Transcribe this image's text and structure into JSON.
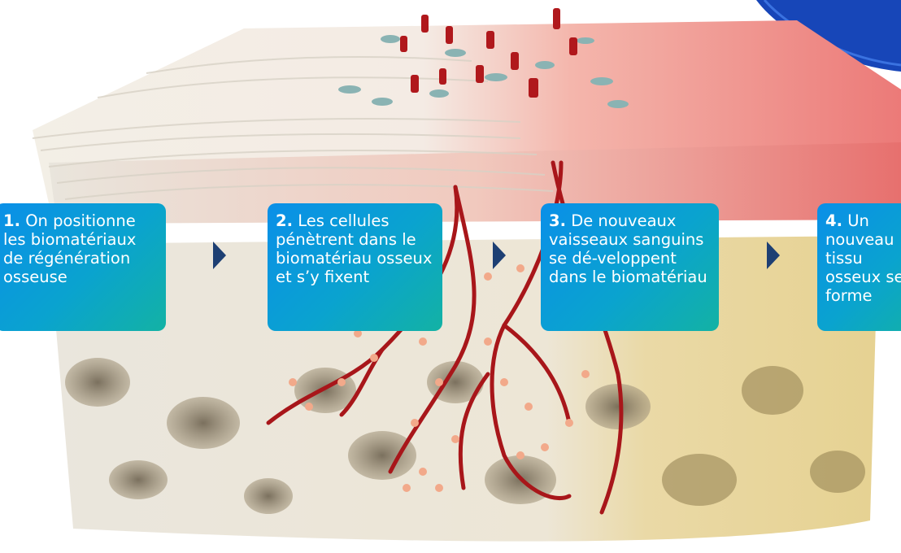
{
  "steps": [
    {
      "number": "1.",
      "text": "On positionne les biomatériaux de régénération osseuse"
    },
    {
      "number": "2.",
      "text": "Les cellules pénètrent dans le biomatériau osseux et s’y fixent"
    },
    {
      "number": "3.",
      "text": "De nouveaux vaisseaux sanguins se dé-veloppent dans le biomatériau"
    },
    {
      "number": "4.",
      "text": "Un nouveau tissu osseux se forme"
    }
  ],
  "colors": {
    "box_gradient_start": "#0a8fe8",
    "box_gradient_end": "#13b2a4",
    "arrow": "#1d3f73",
    "tissue_pink": "#ef8080",
    "bone_white": "#ece6da",
    "bone_yellow": "#e8d59a",
    "vessel_red": "#b0181c"
  },
  "icons": [
    "chevron-right-icon",
    "chevron-right-icon",
    "chevron-right-icon"
  ]
}
